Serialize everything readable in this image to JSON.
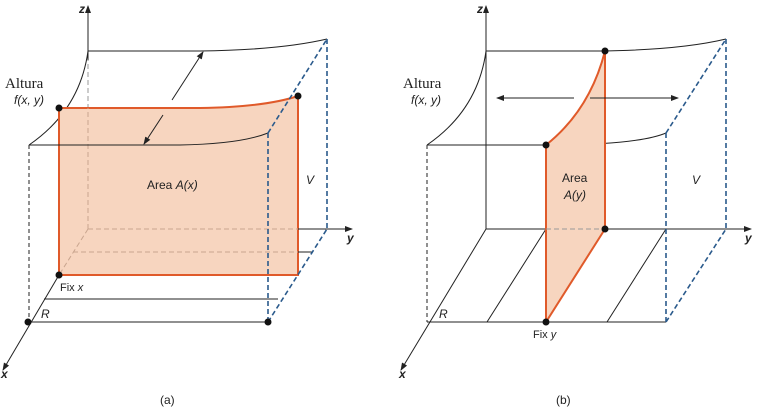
{
  "panel_a": {
    "caption": "(a)",
    "axis_x": "x",
    "axis_y": "y",
    "axis_z": "z",
    "height_label": "Altura",
    "height_func": "f(x, y)",
    "area_label": "Area",
    "area_func": "A(x)",
    "volume_label": "V",
    "region_label": "R",
    "fix_label": "Fix",
    "fix_var": "x"
  },
  "panel_b": {
    "caption": "(b)",
    "axis_x": "x",
    "axis_y": "y",
    "axis_z": "z",
    "height_label": "Altura",
    "height_func": "f(x, y)",
    "area_label": "Area",
    "area_func": "A(y)",
    "volume_label": "V",
    "region_label": "R",
    "fix_label": "Fix",
    "fix_var": "y"
  },
  "colors": {
    "slice_fill": "#f7d5bf",
    "slice_stroke": "#e05a2a",
    "hidden_edge": "#2a5a8c"
  }
}
